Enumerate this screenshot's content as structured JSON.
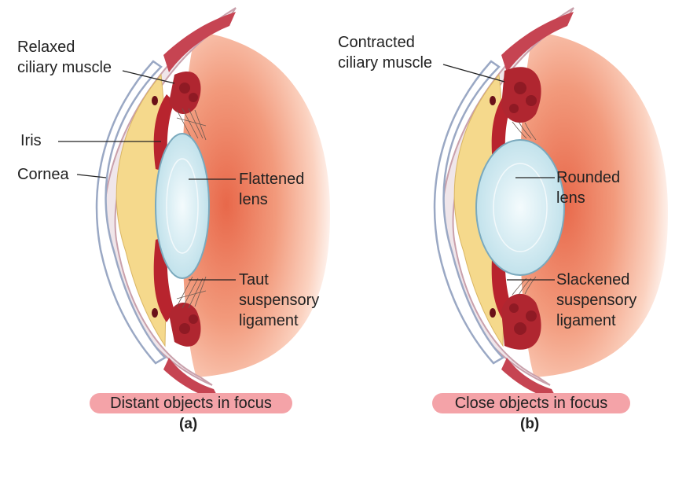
{
  "panels": [
    {
      "labels": {
        "ciliary_muscle": [
          "Relaxed",
          "ciliary muscle"
        ],
        "iris": "Iris",
        "cornea": "Cornea",
        "lens": [
          "Flattened",
          "lens"
        ],
        "ligament": [
          "Taut",
          "suspensory",
          "ligament"
        ]
      },
      "caption": "Distant objects in focus",
      "letter": "(a)"
    },
    {
      "labels": {
        "ciliary_muscle": [
          "Contracted",
          "ciliary muscle"
        ],
        "lens": [
          "Rounded",
          "lens"
        ],
        "ligament": [
          "Slackened",
          "suspensory",
          "ligament"
        ]
      },
      "caption": "Close objects in focus",
      "letter": "(b)"
    }
  ],
  "colors": {
    "caption_pill": "#f4a3a8",
    "muscle": "#b8242e",
    "humor": "#f5d98c",
    "lens": "#d6eef5",
    "fundus": "#f08060"
  }
}
